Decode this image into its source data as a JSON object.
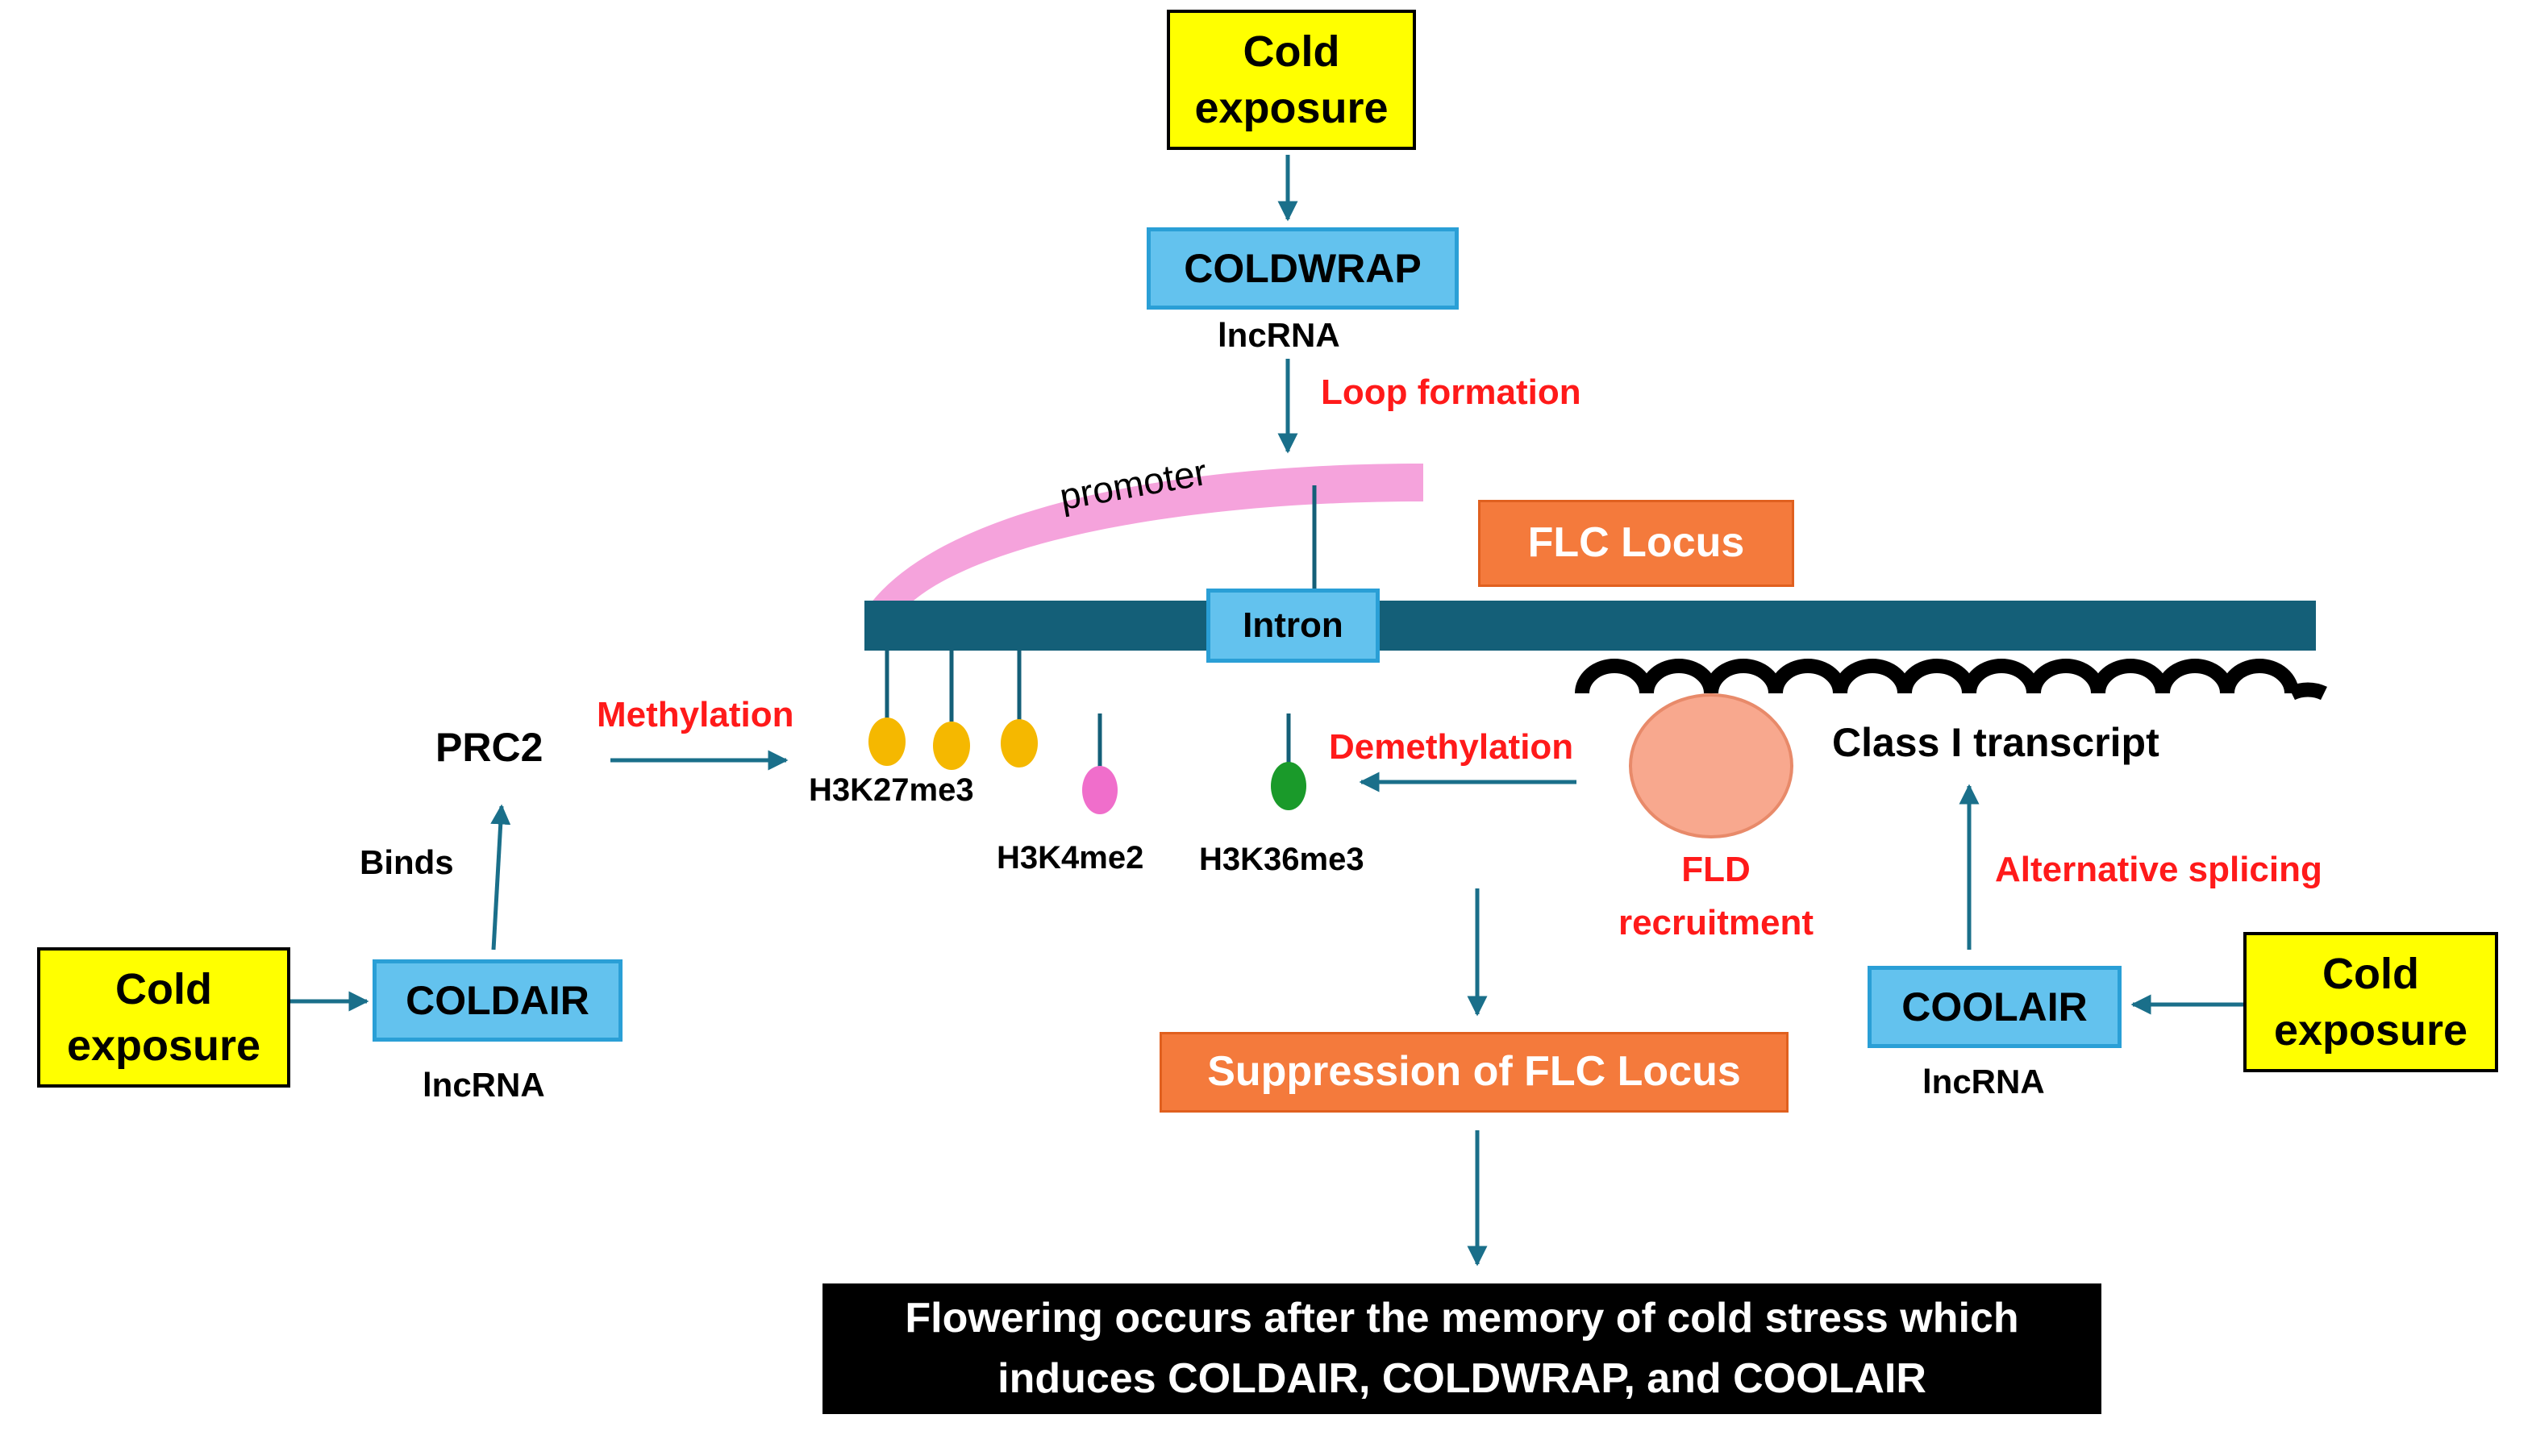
{
  "colors": {
    "cold_box": "#ffff00",
    "lncrna_box": "#63c2ee",
    "flc_box": "#f47a3c",
    "dna_strand": "#145f78",
    "promoter": "#f5a3dc",
    "arrow": "#1a6f8a",
    "label_red": "#ff1a1a",
    "h3k27me3_mark": "#f5b800",
    "h3k4me2_mark": "#f06ecb",
    "h3k36me3_mark": "#1a9a2a",
    "fld_circle": "#f8a88e",
    "outcome_box": "#000000"
  },
  "top": {
    "cold_exposure": "Cold exposure",
    "coldwrap": "COLDWRAP",
    "coldwrap_type": "lncRNA",
    "loop_formation": "Loop formation"
  },
  "locus": {
    "promoter": "promoter",
    "intron": "Intron",
    "flc_locus": "FLC Locus",
    "class_transcript": "Class I transcript"
  },
  "left": {
    "prc2": "PRC2",
    "methylation": "Methylation",
    "binds": "Binds",
    "cold_exposure": "Cold exposure",
    "coldair": "COLDAIR",
    "coldair_type": "lncRNA"
  },
  "marks": {
    "h3k27me3": "H3K27me3",
    "h3k4me2": "H3K4me2",
    "h3k36me3": "H3K36me3",
    "demethylation": "Demethylation",
    "fld_recruitment": "FLD recruitment"
  },
  "right": {
    "alternative_splicing": "Alternative splicing",
    "coolair": "COOLAIR",
    "coolair_type": "lncRNA",
    "cold_exposure": "Cold exposure"
  },
  "bottom": {
    "suppression": "Suppression of FLC Locus",
    "outcome_line1": "Flowering occurs after the memory of cold stress which",
    "outcome_line2": "induces COLDAIR, COLDWRAP, and COOLAIR"
  }
}
